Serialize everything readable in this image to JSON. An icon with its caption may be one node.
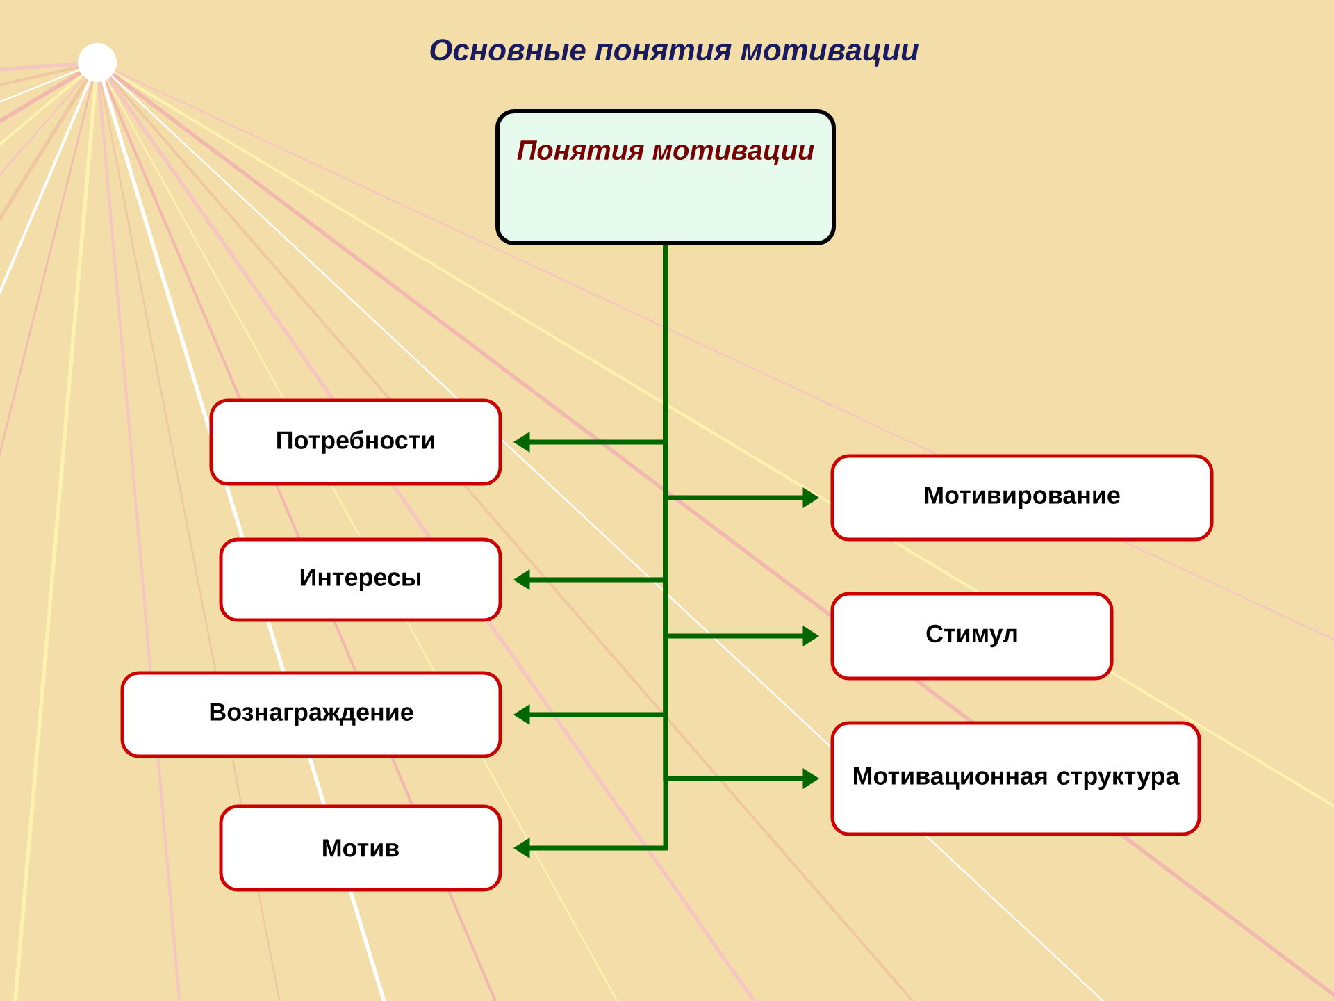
{
  "diagram": {
    "title": "Основные понятия мотивации",
    "nodes": [
      {
        "text": [
          "Понятия мотивации"
        ]
      },
      {
        "text": [
          "Потребности"
        ]
      },
      {
        "text": [
          "Интересы"
        ]
      },
      {
        "text": [
          "Вознаграждение"
        ]
      },
      {
        "text": [
          "Мотив"
        ]
      },
      {
        "text": [
          "Мотивирование"
        ]
      },
      {
        "text": [
          "Стимул"
        ]
      },
      {
        "text": [
          "Мотивационная структура"
        ]
      }
    ],
    "edges": [
      {
        "from": 0,
        "to": 1,
        "arrow": "to"
      },
      {
        "from": 0,
        "to": 2,
        "arrow": "to"
      },
      {
        "from": 0,
        "to": 3,
        "arrow": "to"
      },
      {
        "from": 0,
        "to": 4,
        "arrow": "to"
      },
      {
        "from": 0,
        "to": 5,
        "arrow": "to"
      },
      {
        "from": 0,
        "to": 6,
        "arrow": "to"
      },
      {
        "from": 0,
        "to": 7,
        "arrow": "to"
      }
    ]
  }
}
